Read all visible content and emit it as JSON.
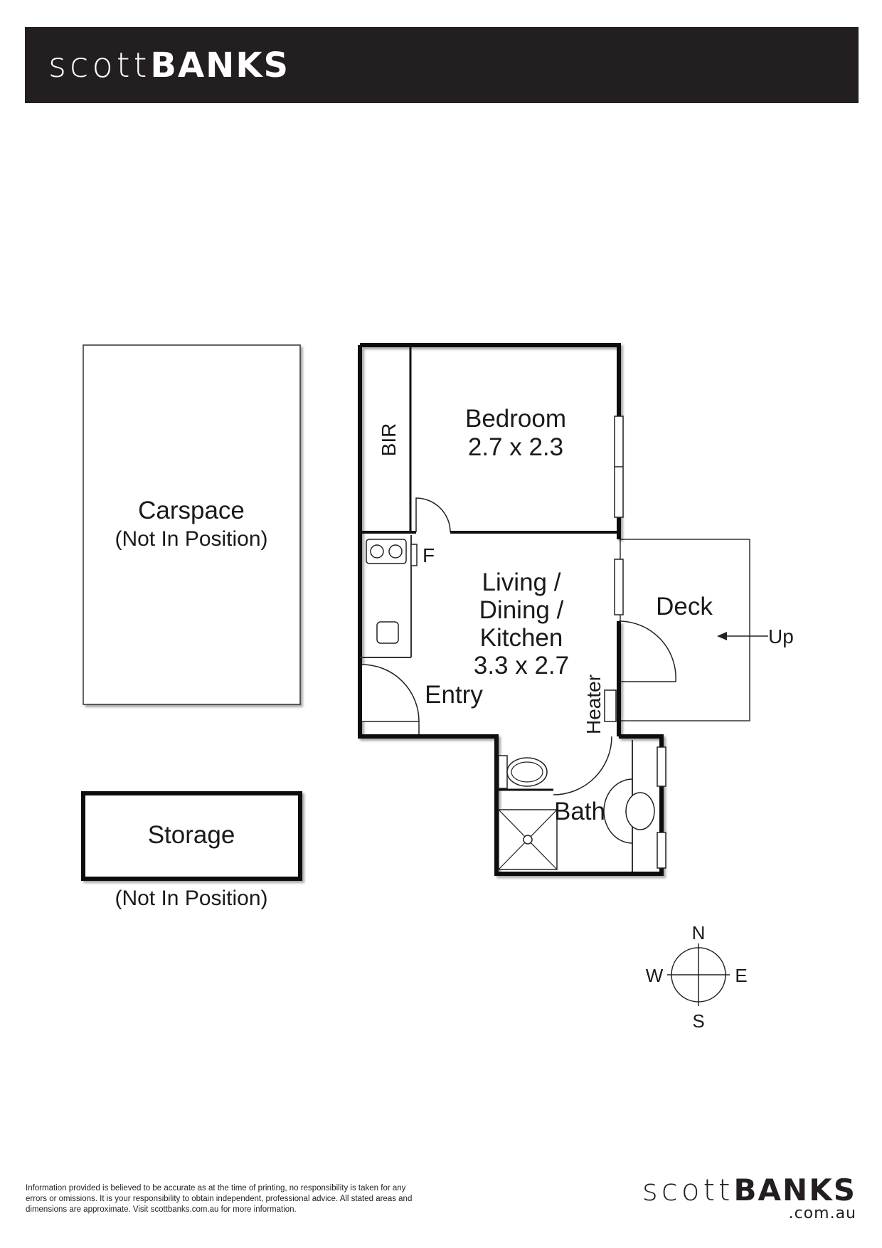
{
  "brand": {
    "name_light": "scott",
    "name_bold": "BANKS",
    "domain_suffix": ".com.au",
    "header_bg": "#231f20"
  },
  "rooms": {
    "carspace": {
      "name": "Carspace",
      "note": "(Not In Position)"
    },
    "storage": {
      "name": "Storage",
      "note": "(Not In Position)"
    },
    "bir": {
      "name": "BIR"
    },
    "bedroom": {
      "name": "Bedroom",
      "size": "2.7 x 2.3"
    },
    "living": {
      "line1": "Living /",
      "line2": "Dining /",
      "line3": "Kitchen",
      "size": "3.3 x 2.7"
    },
    "entry": {
      "name": "Entry"
    },
    "deck": {
      "name": "Deck"
    },
    "bath": {
      "name": "Bath"
    },
    "fridge": {
      "label": "F"
    },
    "heater": {
      "label": "Heater"
    },
    "stairs": {
      "label": "Up"
    }
  },
  "compass": {
    "north": "N",
    "south": "S",
    "east": "E",
    "west": "W"
  },
  "disclaimer": {
    "line1": "Information provided is believed to be accurate as at the time of printing, no responsibility is taken for any",
    "line2": "errors or omissions. It is your responsibility to obtain independent, professional advice. All stated areas and",
    "line3": "dimensions are approximate. Visit scottbanks.com.au for more information."
  }
}
